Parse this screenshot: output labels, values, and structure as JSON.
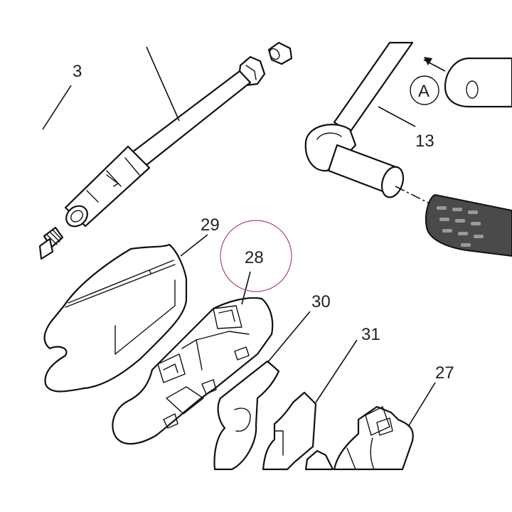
{
  "diagram": {
    "labels": {
      "part_3": "3",
      "part_13": "13",
      "part_29": "29",
      "part_28": "28",
      "part_30": "30",
      "part_31": "31",
      "part_27": "27",
      "view_a": "A"
    },
    "highlighted_part": "28",
    "highlight_color": "#b5475a",
    "line_color": "#111111"
  }
}
